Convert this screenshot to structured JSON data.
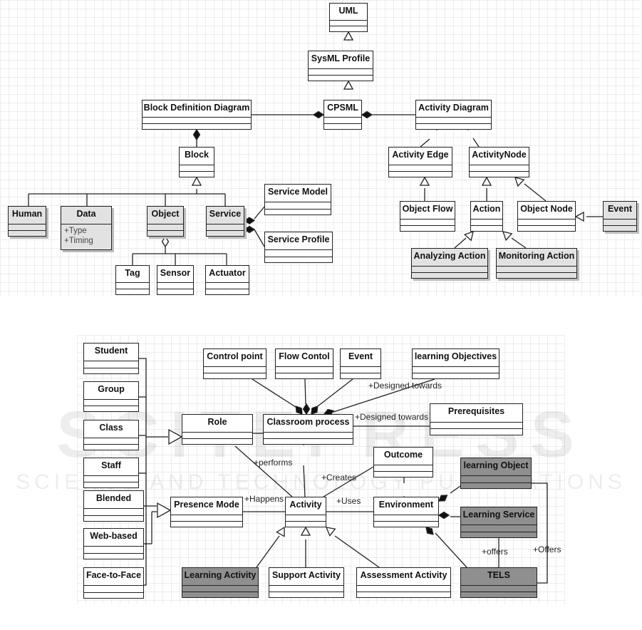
{
  "top_diagram": {
    "classes": {
      "uml": "UML",
      "sysml_profile": "SysML Profile",
      "block_definition_diagram": "Block Definition Diagram",
      "cpsml": "CPSML",
      "activity_diagram": "Activity Diagram",
      "block": "Block",
      "activity_edge": "Activity Edge",
      "activity_node": "ActivityNode",
      "human": "Human",
      "data": "Data",
      "object": "Object",
      "service": "Service",
      "service_model": "Service Model",
      "service_profile": "Service Profile",
      "tag": "Tag",
      "sensor": "Sensor",
      "actuator": "Actuator",
      "object_flow": "Object Flow",
      "action": "Action",
      "object_node": "Object Node",
      "event": "Event",
      "analyzing_action": "Analyzing Action",
      "monitoring_action": "Monitoring Action"
    },
    "data_attributes": [
      "+Type",
      "+Timing"
    ]
  },
  "bottom_diagram": {
    "classes": {
      "student": "Student",
      "group": "Group",
      "class": "Class",
      "staff": "Staff",
      "blended": "Blended",
      "web_based": "Web-based",
      "face_to_face": "Face-to-Face",
      "control_point": "Control point",
      "flow_control": "Flow Contol",
      "event": "Event",
      "learning_objectives": "learning Objectives",
      "role": "Role",
      "classroom_process": "Classroom process",
      "prerequisites": "Prerequisites",
      "outcome": "Outcome",
      "learning_object": "learning Object",
      "presence_mode": "Presence Mode",
      "activity": "Activity",
      "environment": "Environment",
      "learning_service": "Learning Service",
      "learning_activity": "Learning Activity",
      "support_activity": "Support Activity",
      "assessment_activity": "Assessment Activity",
      "tels": "TELS"
    },
    "edge_labels": {
      "designed_towards_1": "+Designed towards",
      "designed_towards_2": "+Designed towards",
      "performs": "+performs",
      "creates": "+Creates",
      "happens": "+Happens",
      "uses": "+Uses",
      "offers_1": "+offers",
      "offers_2": "+Offers"
    }
  },
  "watermark": {
    "big": "SCITEPRESS",
    "small": "SCIENCE AND TECHNOLOGY PUBLICATIONS"
  },
  "colors": {
    "line": "#222222",
    "grey_fill": "#e2e2e2",
    "dark_fill": "#8f8f8f",
    "grid": "#ececec"
  }
}
